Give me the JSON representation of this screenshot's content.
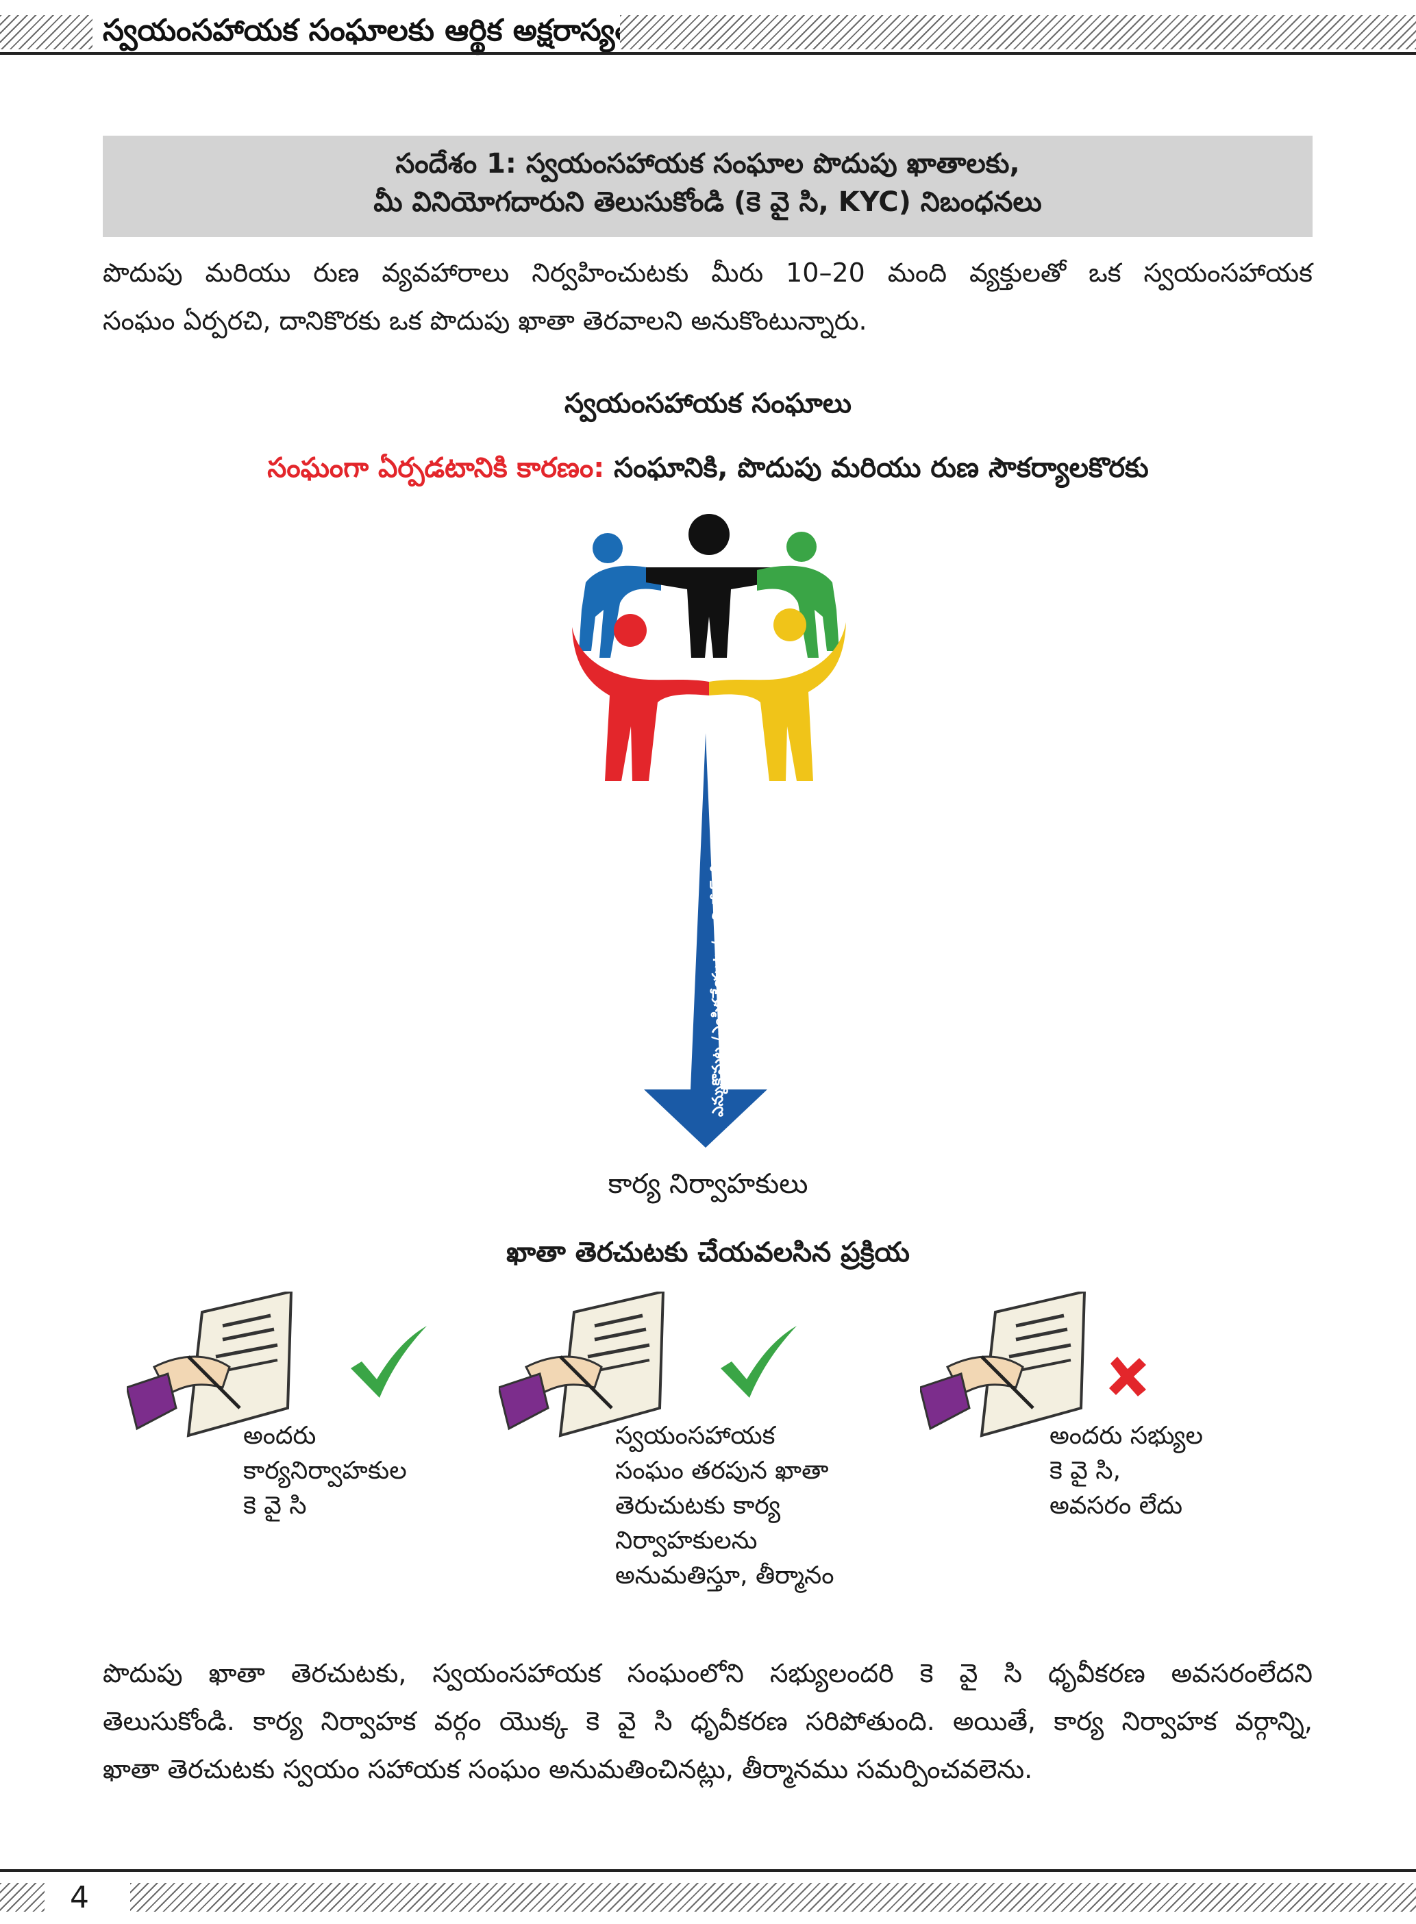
{
  "header": {
    "title": "స్వయంసహాయక సంఘాలకు ఆర్థిక అక్షరాస్యత"
  },
  "message": {
    "line1": "సందేశం  1: స్వయంసహాయక సంఘాల పొదుపు ఖాతాలకు,",
    "line2": "మీ వినియోగదారుని తెలుసుకోండి (కె వై సి, KYC) నిబంధనలు"
  },
  "intro": {
    "line1": "పొదుపు మరియు రుణ వ్యవహారాలు నిర్వహించుటకు మీరు 10–20 మంది వ్యక్తులతో ఒక స్వయంసహాయక",
    "line2": "సంఘం ఏర్పరచి, దానికొరకు ఒక పొదుపు ఖాతా తెరవాలని అనుకొంటున్నారు."
  },
  "diagram": {
    "heading": "స్వయంసహాయక సంఘాలు",
    "reason_label": "సంఘంగా ఏర్పడటానికి కారణం:",
    "reason_text": " సంఘానికి,  పొదుపు మరియు రుణ సౌకర్యాలకొరకు",
    "arrow_label": "ఎన్నుకొనుట /ఎంపికచేయుట / నామినేట్ చేయుట",
    "arrow_color": "#1a5aa6",
    "target": "కార్య నిర్వాహకులు",
    "process_title": "ఖాతా తెరచుటకు చేయవలసిన ప్రక్రియ"
  },
  "people_icon_colors": [
    "#1b6cb5",
    "#111111",
    "#3aa546",
    "#e3262b",
    "#f0c419"
  ],
  "steps": [
    {
      "lines": [
        "అందరు",
        "కార్యనిర్వాహకుల",
        "కె వై సి"
      ],
      "mark": "check",
      "mark_color": "#3aa546"
    },
    {
      "lines": [
        "స్వయంసహాయక",
        "సంఘం తరపున ఖాతా",
        "తెరుచుటకు కార్య",
        "నిర్వాహకులను",
        "అనుమతిస్తూ, తీర్మానం"
      ],
      "mark": "check",
      "mark_color": "#3aa546"
    },
    {
      "lines": [
        "అందరు సభ్యుల",
        "కె వై సి,",
        "అవసరం లేదు"
      ],
      "mark": "cross",
      "mark_color": "#e3262b"
    }
  ],
  "closing": {
    "line1": "పొదుపు ఖాతా తెరచుటకు, స్వయంసహాయక సంఘంలోని సభ్యులందరి కె వై సి ధృవీకరణ అవసరంలేదని",
    "line2": "తెలుసుకోండి. కార్య నిర్వాహక వర్గం యొక్క కె వై సి ధృవీకరణ సరిపోతుంది. అయితే, కార్య నిర్వాహక వర్గాన్ని,",
    "line3": "ఖాతా తెరచుటకు స్వయం సహాయక సంఘం అనుమతించినట్లు, తీర్మానము సమర్పించవలెను."
  },
  "footer": {
    "page_number": "4"
  }
}
